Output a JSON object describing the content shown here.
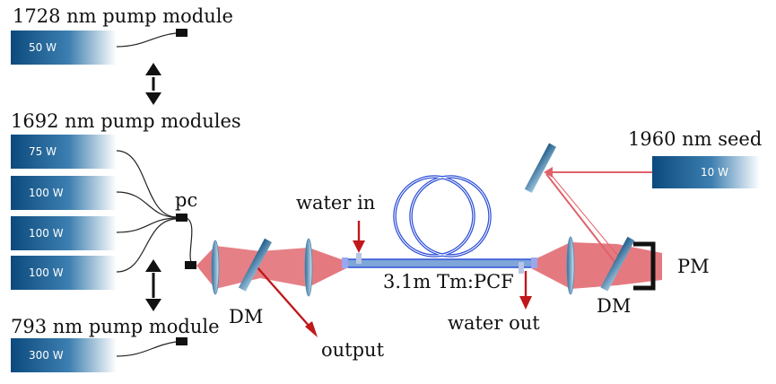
{
  "labels": {
    "pump_1728": "1728 nm pump module",
    "pump_1692": "1692 nm pump modules",
    "pump_793": "793 nm pump module",
    "seed": "1960 nm seed",
    "pc": "pc",
    "water_in": "water in",
    "water_out": "water out",
    "fiber": "3.1m Tm:PCF",
    "dm_left": "DM",
    "dm_right": "DM",
    "pm": "PM",
    "output": "output"
  },
  "modules": {
    "m1728": "50 W",
    "m1692_1": "75 W",
    "m1692_2": "100 W",
    "m1692_3": "100 W",
    "m1692_4": "100 W",
    "m793": "300 W",
    "seed": "10 W"
  },
  "colors": {
    "module_dark": "#0c4a7e",
    "module_light": "#ffffff",
    "beam": "#e0626a",
    "arrow_red": "#c0181c",
    "fiber_blue": "#2f50d8",
    "optic": "#7fb0cf"
  }
}
